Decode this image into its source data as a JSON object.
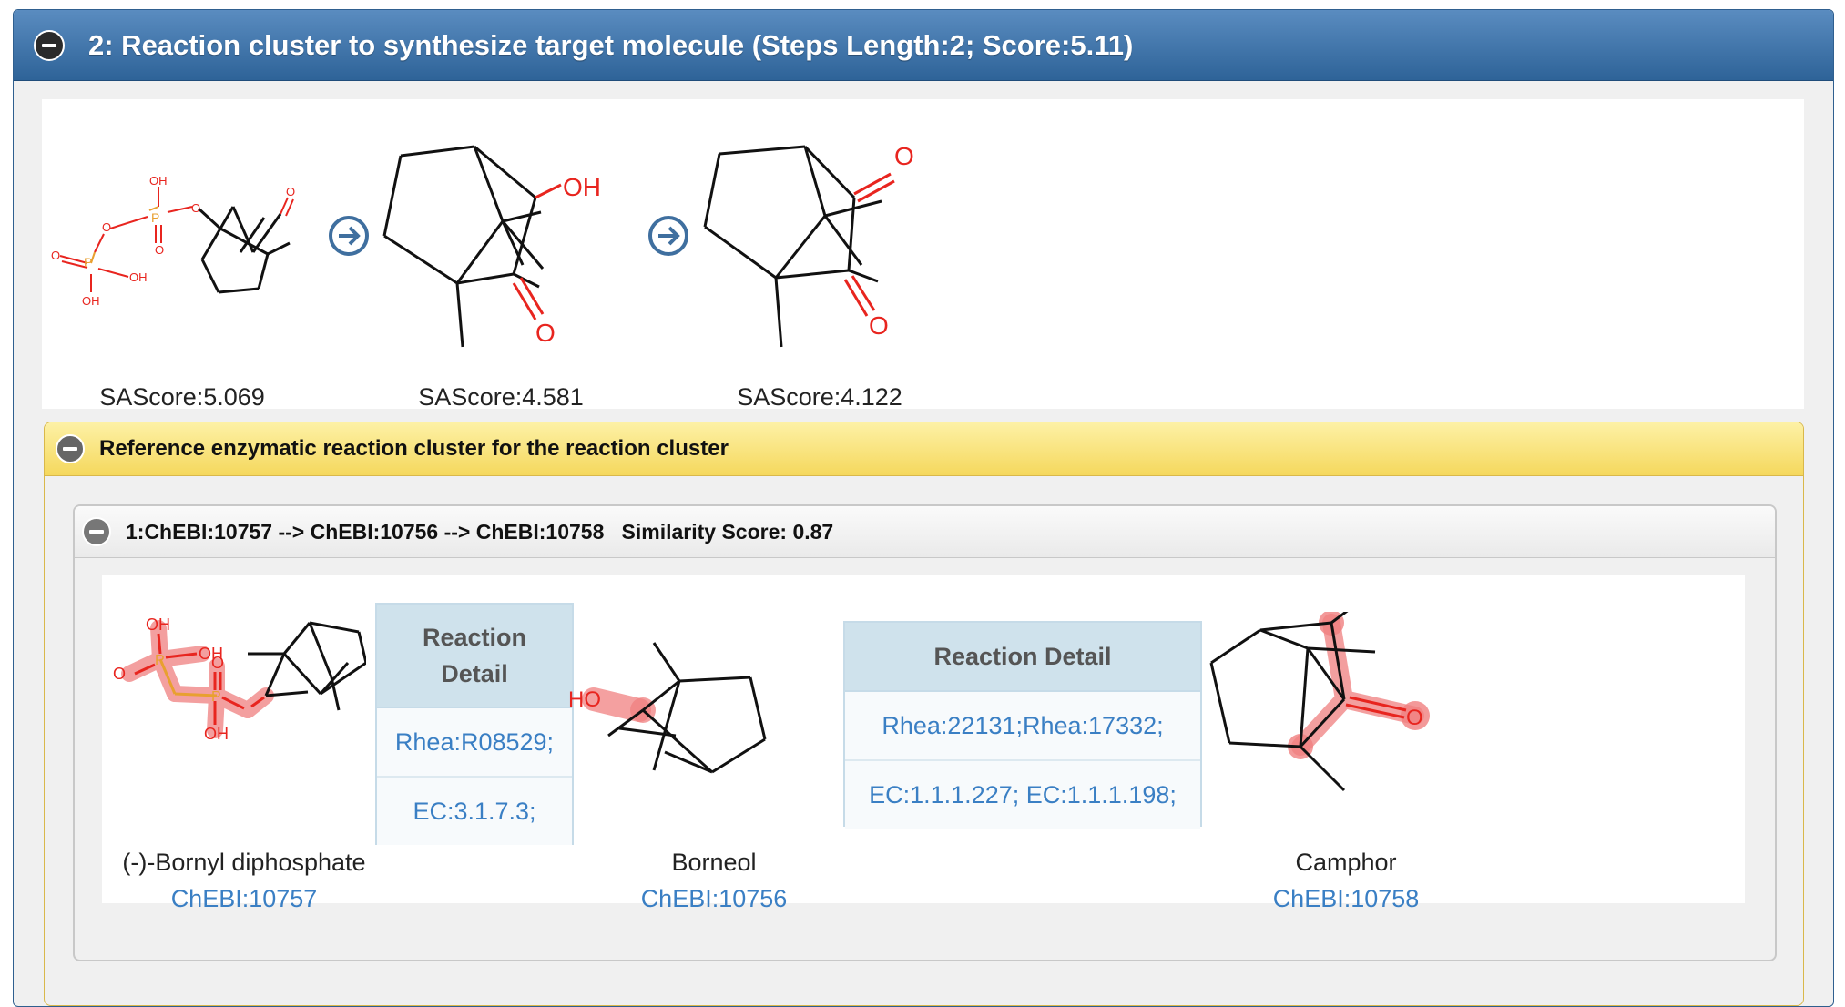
{
  "outer_panel": {
    "title": "2: Reaction cluster to synthesize target molecule (Steps Length:2; Score:5.11)"
  },
  "pathway": {
    "molecules": [
      {
        "sascore": "SAScore:5.069"
      },
      {
        "sascore": "SAScore:4.581"
      },
      {
        "sascore": "SAScore:4.122"
      }
    ],
    "arrow_icon": "arrow-right-circle-icon"
  },
  "reference_panel": {
    "title": "Reference enzymatic reaction cluster for the reaction cluster",
    "cluster": {
      "title": "1:ChEBI:10757 --> ChEBI:10756 --> ChEBI:10758   Similarity Score: 0.87",
      "compounds": [
        {
          "name": "(-)-Bornyl diphosphate",
          "link": "ChEBI:10757"
        },
        {
          "name": "Borneol",
          "link": "ChEBI:10756"
        },
        {
          "name": "Camphor",
          "link": "ChEBI:10758"
        }
      ],
      "reactions": [
        {
          "header": "Reaction Detail",
          "rhea": "Rhea:R08529;",
          "ec": "EC:3.1.7.3;"
        },
        {
          "header": "Reaction Detail",
          "rhea": "Rhea:22131;Rhea:17332;",
          "ec": "EC:1.1.1.227; EC:1.1.1.198;"
        }
      ]
    }
  },
  "atom_labels": {
    "oh": "OH",
    "o": "O",
    "p": "P",
    "ho": "HO"
  },
  "colors": {
    "header_blue": "#2e6398",
    "header_yellow": "#f5d85d",
    "link_blue": "#3a7fc4",
    "oxygen_red": "#e8251f",
    "phosphorus_orange": "#e8a030",
    "highlight_red": "#f08080"
  }
}
